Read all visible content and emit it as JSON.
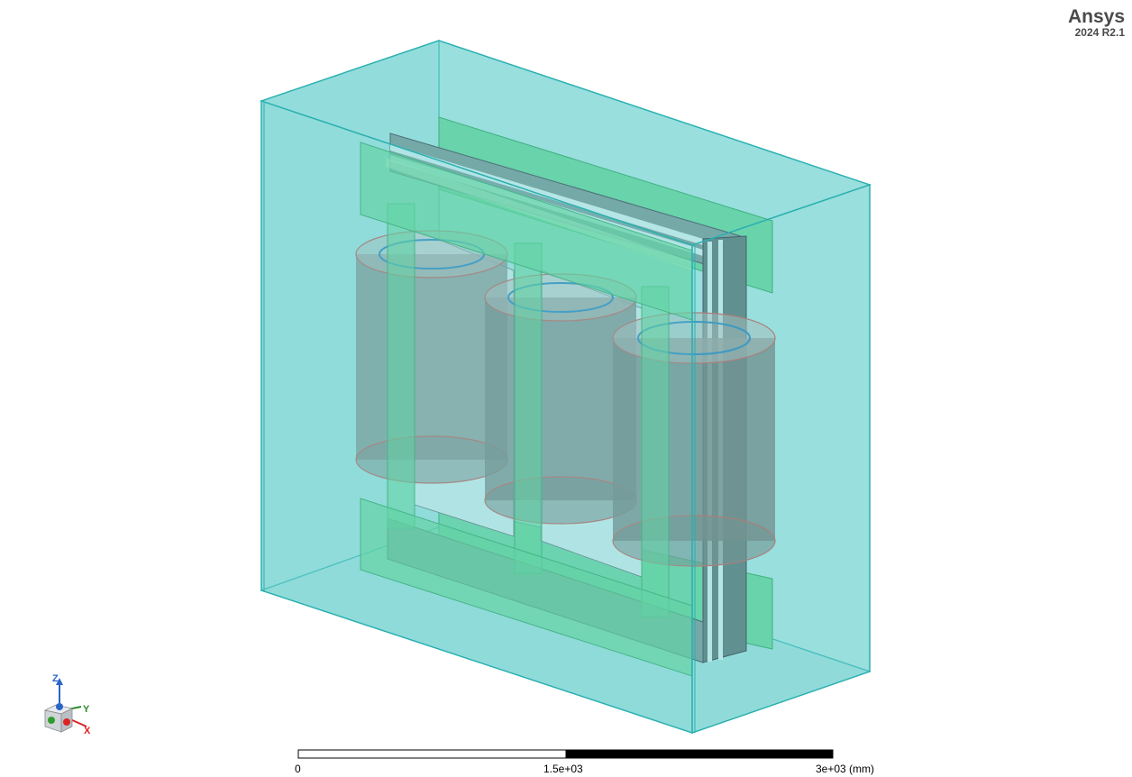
{
  "brand": {
    "name": "Ansys",
    "version": "2024 R2.1"
  },
  "viewport": {
    "model": "3-phase-transformer",
    "background": "#ffffff"
  },
  "colors": {
    "enclosure_fill": "#7fd9d6",
    "enclosure_edge": "#2bb0b0",
    "clamp_fill": "#4fd07e",
    "clamp_edge": "#1f9a52",
    "core_fill": "#6f8f90",
    "core_light": "#d4ecee",
    "coil_edge": "#c0504d",
    "coil_inner": "#1d78b8"
  },
  "triad": {
    "z": "Z",
    "y": "Y",
    "x": "X"
  },
  "scale_bar": {
    "ticks": [
      "0",
      "1.5e+03",
      "3e+03 (mm)"
    ]
  }
}
